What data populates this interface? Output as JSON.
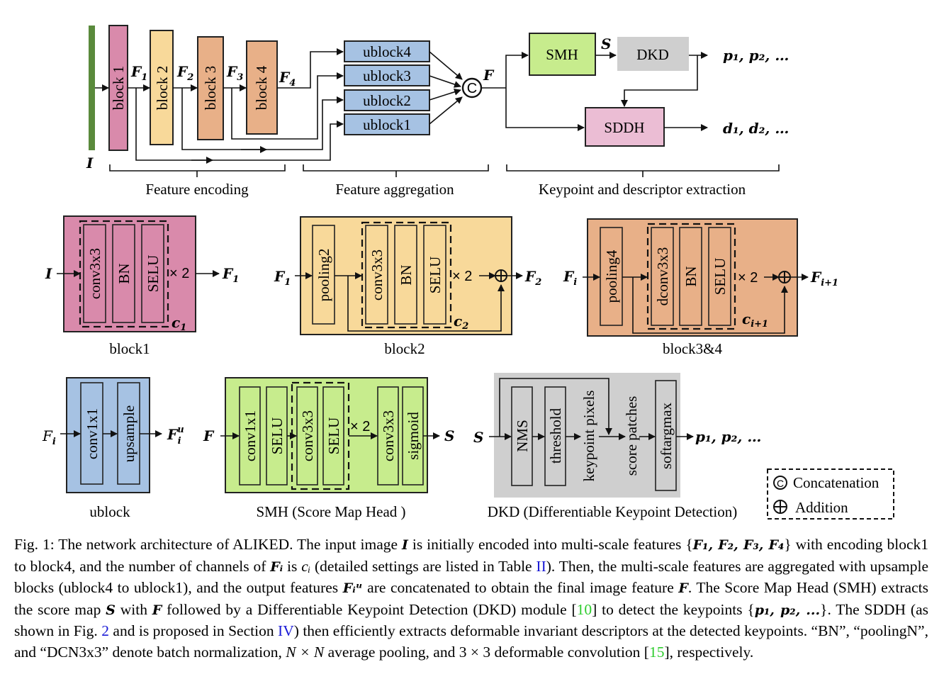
{
  "colors": {
    "input_bar": "#5a8a3c",
    "block1": "#d98aab",
    "block2": "#f8d99a",
    "block34": "#e8b088",
    "ublock": "#a6c2e3",
    "smh": "#c7ec8d",
    "dkd": "#cfcfcf",
    "sddh": "#ebbdd4",
    "link_blue": "#1a1ad6",
    "link_green": "#2ecc2e"
  },
  "overview": {
    "input_label": "I",
    "blocks": [
      "block 1",
      "block 2",
      "block 3",
      "block 4"
    ],
    "feature_labels": [
      "F",
      "F",
      "F",
      "F"
    ],
    "feature_subs": [
      "1",
      "2",
      "3",
      "4"
    ],
    "ublocks": [
      "ublock4",
      "ublock3",
      "ublock2",
      "ublock1"
    ],
    "concat_symbol": "C",
    "concat_output": "F",
    "smh": "SMH",
    "score_label": "S",
    "dkd": "DKD",
    "sddh": "SDDH",
    "keypoints_out": "p₁, p₂, …",
    "descriptors_out": "d₁, d₂, …",
    "sections": [
      "Feature encoding",
      "Feature aggregation",
      "Keypoint and descriptor extraction"
    ]
  },
  "details": {
    "block1": {
      "title": "block1",
      "input": "I",
      "output": "F",
      "output_sub": "1",
      "layers": [
        "conv3x3",
        "BN",
        "SELU"
      ],
      "repeat": "× 2",
      "channels": "c",
      "channels_sub": "1"
    },
    "block2": {
      "title": "block2",
      "input": "F",
      "input_sub": "1",
      "output": "F",
      "output_sub": "2",
      "pool": "pooling2",
      "layers": [
        "conv3x3",
        "BN",
        "SELU"
      ],
      "repeat": "× 2",
      "channels": "c",
      "channels_sub": "2"
    },
    "block34": {
      "title": "block3&4",
      "input": "F",
      "input_sub": "i",
      "output": "F",
      "output_sub": "i+1",
      "pool": "pooling4",
      "layers": [
        "dconv3x3",
        "BN",
        "SELU"
      ],
      "repeat": "× 2",
      "channels": "c",
      "channels_sub": "i+1"
    },
    "ublock": {
      "title": "ublock",
      "input": "F",
      "input_sub": "i",
      "output": "F",
      "output_sub": "i",
      "output_sup": "u",
      "layers": [
        "conv1x1",
        "upsample"
      ]
    },
    "smh": {
      "title": "SMH (Score Map Head )",
      "input": "F",
      "output": "S",
      "layers": [
        "conv1x1",
        "SELU",
        "conv3x3",
        "SELU",
        "conv3x3",
        "sigmoid"
      ],
      "repeat": "× 2"
    },
    "dkd": {
      "title": "DKD (Differentiable Keypoint Detection)",
      "input": "S",
      "output": "p₁, p₂, …",
      "layers": [
        "NMS",
        "threshold",
        "softargmax"
      ],
      "intermediate": [
        "keypoint pixels",
        "score patches"
      ]
    }
  },
  "legend": {
    "items": [
      {
        "symbol": "©",
        "label": "Concatenation"
      },
      {
        "symbol": "⊕",
        "label": "Addition"
      }
    ]
  },
  "caption": {
    "fig_label": "Fig. 1:",
    "s1": " The network architecture of ALIKED. The input image ",
    "s1_var": "I",
    "s2": " is initially encoded into multi-scale features {",
    "s2_set": "F₁, F₂, F₃, F₄",
    "s3": "} with encoding block1 to block4, and the number of channels of ",
    "s3_var": "Fᵢ",
    "s4": " is ",
    "s4_var": "cᵢ",
    "s5": " (detailed settings are listed in Table ",
    "ref_table": "II",
    "s6": "). Then, the multi-scale features are aggregated with upsample blocks (ublock4 to ublock1), and the output features ",
    "s6_var": "Fᵢᵘ",
    "s7": " are concatenated to obtain the final image feature ",
    "s7_var": "F",
    "s8": ". The Score Map Head (SMH) extracts the score map ",
    "s8_var": "S",
    "s9": " with ",
    "s9_var": "F",
    "s10": " followed by a Differentiable Keypoint Detection (DKD) module [",
    "ref_dkd": "10",
    "s11": "] to detect the keypoints {",
    "s11_set": "p₁, p₂, ...",
    "s12": "}. The SDDH (as shown in Fig. ",
    "ref_fig": "2",
    "s13": " and is proposed in Section ",
    "ref_section": "IV",
    "s14": ") then efficiently extracts deformable invariant descriptors at the detected keypoints. “BN”, “poolingN”, and “DCN3x3” denote batch normalization, ",
    "s14_var": "N × N",
    "s15": " average pooling, and 3 × 3 deformable convolution [",
    "ref_dcn": "15",
    "s16": "], respectively."
  }
}
